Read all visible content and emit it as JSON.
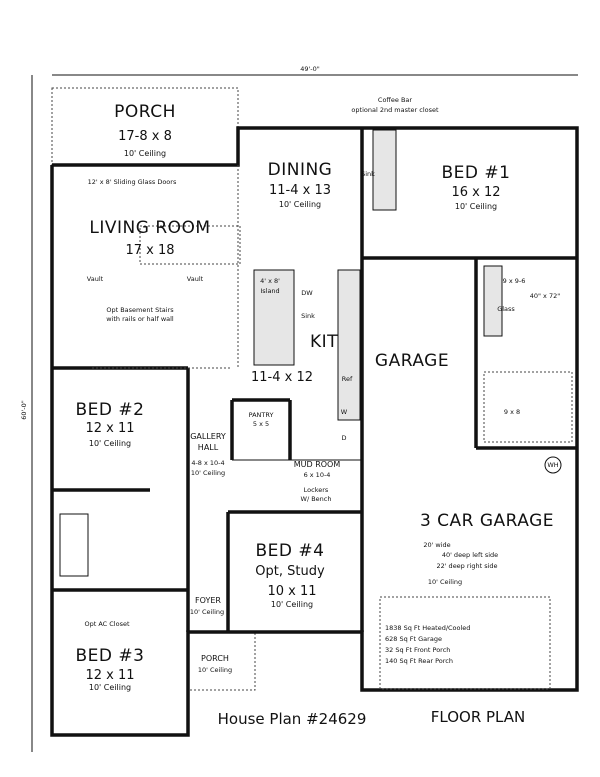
{
  "dimensions": {
    "width": "49'-0\"",
    "depth": "60'-0\""
  },
  "rooms": {
    "rear_porch": {
      "name": "PORCH",
      "size": "17-8 x 8",
      "ceiling": "10' Ceiling"
    },
    "sliding_doors": "12' x 8' Sliding Glass Doors",
    "living": {
      "name": "LIVING ROOM",
      "size": "17 x 18",
      "vault_left": "Vault",
      "vault_right": "Vault",
      "stairs_note_1": "Opt Basement Stairs",
      "stairs_note_2": "with rails or half wall"
    },
    "dining": {
      "name": "DINING",
      "size": "11-4 x 13",
      "ceiling": "10' Ceiling"
    },
    "coffee_bar": {
      "line1": "Coffee Bar",
      "line2": "optional 2nd master closet",
      "sink": "Sink"
    },
    "bed1": {
      "name": "BED #1",
      "size": "16 x 12",
      "ceiling": "10' Ceiling"
    },
    "kitchen": {
      "name": "KIT",
      "size": "11-4 x 12",
      "island_1": "4' x 8'",
      "island_2": "Island",
      "dw": "DW",
      "sink": "Sink",
      "ref": "Ref"
    },
    "garage_label": "GARAGE",
    "master_bath": {
      "size": "9 x 9-6",
      "shower": "40\" x 72\"",
      "glass": "Glass",
      "closet": "9 x 8"
    },
    "bed2": {
      "name": "BED #2",
      "size": "12 x 11",
      "ceiling": "10' Ceiling"
    },
    "pantry": {
      "name": "PANTRY",
      "size": "5 x 5"
    },
    "gallery": {
      "name1": "GALLERY",
      "name2": "HALL",
      "size": "4-8 x 10-4",
      "ceiling": "10' Ceiling"
    },
    "mud_room": {
      "name": "MUD ROOM",
      "size": "6 x 10-4",
      "lockers1": "Lockers",
      "lockers2": "W/ Bench",
      "w": "W",
      "d": "D"
    },
    "water_heater": "WH",
    "car_garage": {
      "name": "3 CAR GARAGE",
      "line1": "20' wide",
      "line2": "40' deep left side",
      "line3": "22' deep right side",
      "ceiling": "10' Ceiling"
    },
    "bed4": {
      "name": "BED #4",
      "sub": "Opt, Study",
      "size": "10 x 11",
      "ceiling": "10' Ceiling"
    },
    "foyer": {
      "name": "FOYER",
      "ceiling": "10' Ceiling"
    },
    "ac_closet": "Opt AC Closet",
    "front_porch": {
      "name": "PORCH",
      "ceiling": "10' Ceiling"
    },
    "bed3": {
      "name": "BED #3",
      "size": "12 x 11",
      "ceiling": "10' Ceiling"
    }
  },
  "stats": [
    "1838 Sq Ft Heated/Cooled",
    "628 Sq Ft Garage",
    "32 Sq Ft Front Porch",
    "140 Sq Ft Rear Porch"
  ],
  "title": {
    "plan": "House Plan #24629",
    "type": "FLOOR PLAN"
  }
}
